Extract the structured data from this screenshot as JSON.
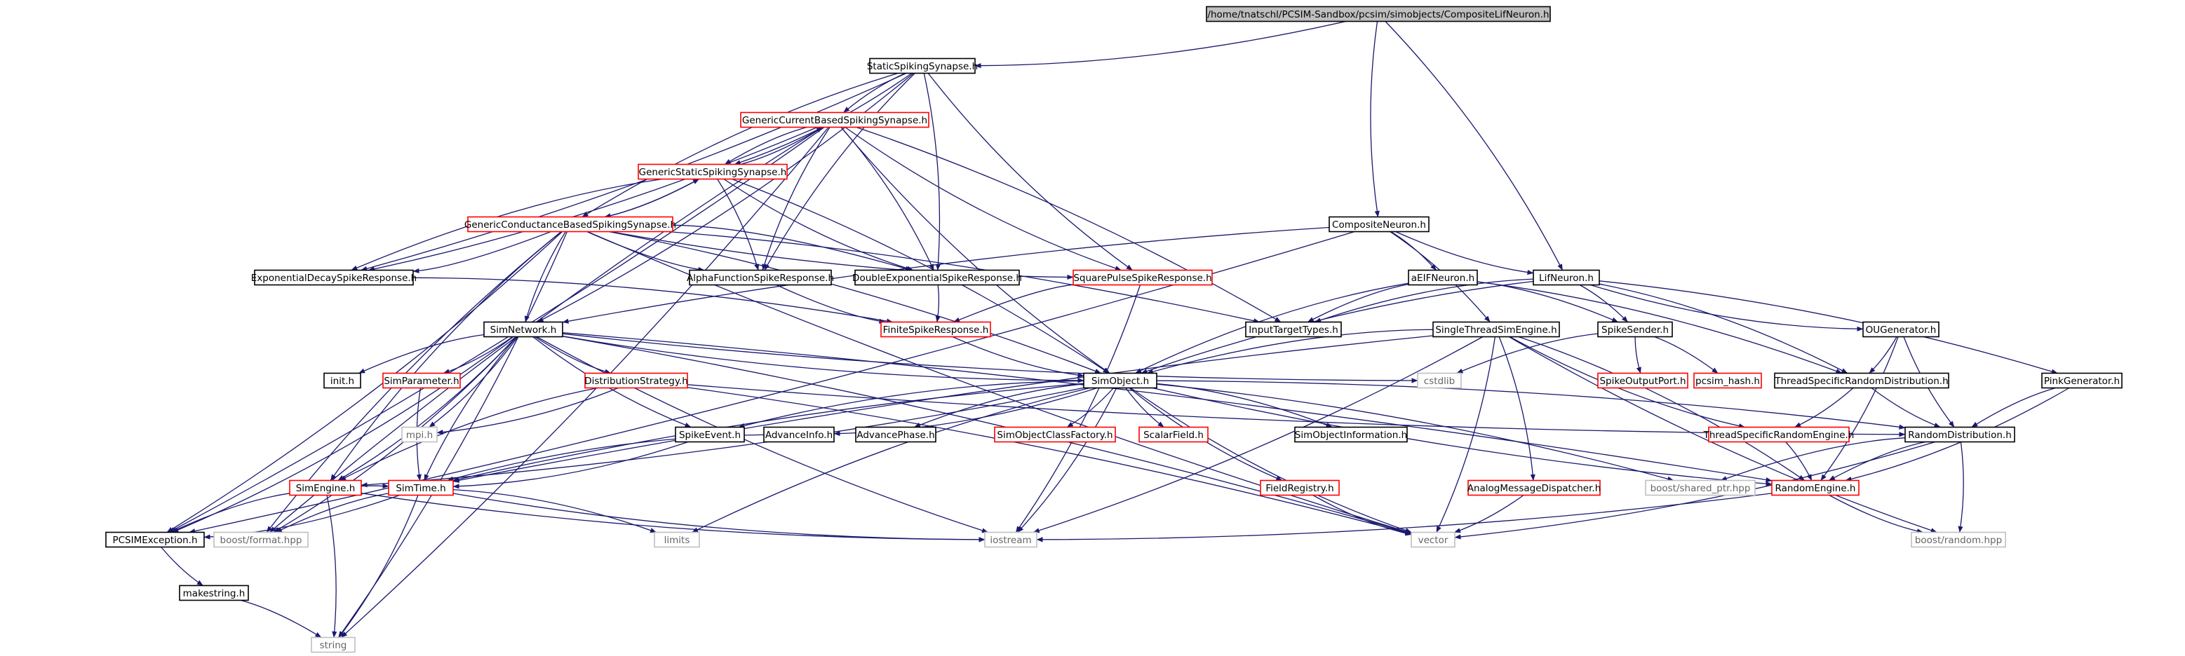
{
  "colors": {
    "edge": "#191970",
    "root_fill": "#bfbfbf",
    "documented_border": "#000000",
    "undocumented_border": "#ff0000",
    "system_border": "#bfbfbf",
    "documented_text": "#000000",
    "system_text": "#666666"
  },
  "nodes": [
    {
      "id": "root",
      "label": "/home/tnatschl/PCSIM-Sandbox/pcsim/simobjects/CompositeLifNeuron.h",
      "kind": "root"
    },
    {
      "id": "StaticSpikingSynapse",
      "label": "StaticSpikingSynapse.h",
      "kind": "doc"
    },
    {
      "id": "GenericCurrentBasedSpikingSynapse",
      "label": "GenericCurrentBasedSpikingSynapse.h",
      "kind": "red"
    },
    {
      "id": "GenericStaticSpikingSynapse",
      "label": "GenericStaticSpikingSynapse.h",
      "kind": "red"
    },
    {
      "id": "GenericConductanceBasedSpikingSynapse",
      "label": "GenericConductanceBasedSpikingSynapse.h",
      "kind": "red"
    },
    {
      "id": "ExponentialDecaySpikeResponse",
      "label": "ExponentialDecaySpikeResponse.h",
      "kind": "doc"
    },
    {
      "id": "AlphaFunctionSpikeResponse",
      "label": "AlphaFunctionSpikeResponse.h",
      "kind": "doc"
    },
    {
      "id": "DoubleExponentialSpikeResponse",
      "label": "DoubleExponentialSpikeResponse.h",
      "kind": "doc"
    },
    {
      "id": "SquarePulseSpikeResponse",
      "label": "SquarePulseSpikeResponse.h",
      "kind": "red"
    },
    {
      "id": "FiniteSpikeResponse",
      "label": "FiniteSpikeResponse.h",
      "kind": "red"
    },
    {
      "id": "CompositeNeuron",
      "label": "CompositeNeuron.h",
      "kind": "doc"
    },
    {
      "id": "aEIFNeuron",
      "label": "aEIFNeuron.h",
      "kind": "doc"
    },
    {
      "id": "LifNeuron",
      "label": "LifNeuron.h",
      "kind": "doc"
    },
    {
      "id": "InputTargetTypes",
      "label": "InputTargetTypes.h",
      "kind": "doc"
    },
    {
      "id": "SingleThreadSimEngine",
      "label": "SingleThreadSimEngine.h",
      "kind": "doc"
    },
    {
      "id": "SpikeSender",
      "label": "SpikeSender.h",
      "kind": "doc"
    },
    {
      "id": "OUGenerator",
      "label": "OUGenerator.h",
      "kind": "doc"
    },
    {
      "id": "SimNetwork",
      "label": "SimNetwork.h",
      "kind": "doc"
    },
    {
      "id": "cstdlib",
      "label": "cstdlib",
      "kind": "sys"
    },
    {
      "id": "SimObject",
      "label": "SimObject.h",
      "kind": "doc"
    },
    {
      "id": "SpikeOutputPort",
      "label": "SpikeOutputPort.h",
      "kind": "red"
    },
    {
      "id": "pcsim_hash",
      "label": "pcsim_hash.h",
      "kind": "red"
    },
    {
      "id": "ThreadSpecificRandomDistribution",
      "label": "ThreadSpecificRandomDistribution.h",
      "kind": "doc"
    },
    {
      "id": "PinkGenerator",
      "label": "PinkGenerator.h",
      "kind": "doc"
    },
    {
      "id": "init",
      "label": "init.h",
      "kind": "doc"
    },
    {
      "id": "SimParameter",
      "label": "SimParameter.h",
      "kind": "red"
    },
    {
      "id": "DistributionStrategy",
      "label": "DistributionStrategy.h",
      "kind": "red"
    },
    {
      "id": "mpi",
      "label": "mpi.h",
      "kind": "sys"
    },
    {
      "id": "SpikeEvent",
      "label": "SpikeEvent.h",
      "kind": "doc"
    },
    {
      "id": "AdvanceInfo",
      "label": "AdvanceInfo.h",
      "kind": "doc"
    },
    {
      "id": "AdvancePhase",
      "label": "AdvancePhase.h",
      "kind": "doc"
    },
    {
      "id": "SimObjectClassFactory",
      "label": "SimObjectClassFactory.h",
      "kind": "red"
    },
    {
      "id": "ScalarField",
      "label": "ScalarField.h",
      "kind": "red"
    },
    {
      "id": "SimObjectInformation",
      "label": "SimObjectInformation.h",
      "kind": "doc"
    },
    {
      "id": "ThreadSpecificRandomEngine",
      "label": "ThreadSpecificRandomEngine.h",
      "kind": "red"
    },
    {
      "id": "RandomDistribution",
      "label": "RandomDistribution.h",
      "kind": "doc"
    },
    {
      "id": "SimEngine",
      "label": "SimEngine.h",
      "kind": "red"
    },
    {
      "id": "SimTime",
      "label": "SimTime.h",
      "kind": "red"
    },
    {
      "id": "FieldRegistry",
      "label": "FieldRegistry.h",
      "kind": "red"
    },
    {
      "id": "AnalogMessageDispatcher",
      "label": "AnalogMessageDispatcher.h",
      "kind": "red"
    },
    {
      "id": "shared_ptr",
      "label": "boost/shared_ptr.hpp",
      "kind": "sys"
    },
    {
      "id": "RandomEngine",
      "label": "RandomEngine.h",
      "kind": "red"
    },
    {
      "id": "PCSIMException",
      "label": "PCSIMException.h",
      "kind": "doc"
    },
    {
      "id": "format",
      "label": "boost/format.hpp",
      "kind": "sys"
    },
    {
      "id": "limits",
      "label": "limits",
      "kind": "sys"
    },
    {
      "id": "iostream",
      "label": "iostream",
      "kind": "sys"
    },
    {
      "id": "vector",
      "label": "vector",
      "kind": "sys"
    },
    {
      "id": "random",
      "label": "boost/random.hpp",
      "kind": "sys"
    },
    {
      "id": "makestring",
      "label": "makestring.h",
      "kind": "doc"
    },
    {
      "id": "string",
      "label": "string",
      "kind": "sys"
    }
  ],
  "edges": [
    [
      "root",
      "StaticSpikingSynapse"
    ],
    [
      "root",
      "CompositeNeuron"
    ],
    [
      "root",
      "LifNeuron"
    ],
    [
      "StaticSpikingSynapse",
      "GenericCurrentBasedSpikingSynapse"
    ],
    [
      "StaticSpikingSynapse",
      "GenericStaticSpikingSynapse"
    ],
    [
      "StaticSpikingSynapse",
      "GenericConductanceBasedSpikingSynapse"
    ],
    [
      "StaticSpikingSynapse",
      "ExponentialDecaySpikeResponse"
    ],
    [
      "StaticSpikingSynapse",
      "AlphaFunctionSpikeResponse"
    ],
    [
      "StaticSpikingSynapse",
      "DoubleExponentialSpikeResponse"
    ],
    [
      "StaticSpikingSynapse",
      "SquarePulseSpikeResponse"
    ],
    [
      "StaticSpikingSynapse",
      "SimNetwork"
    ],
    [
      "GenericCurrentBasedSpikingSynapse",
      "GenericStaticSpikingSynapse"
    ],
    [
      "GenericCurrentBasedSpikingSynapse",
      "ExponentialDecaySpikeResponse"
    ],
    [
      "GenericCurrentBasedSpikingSynapse",
      "AlphaFunctionSpikeResponse"
    ],
    [
      "GenericCurrentBasedSpikingSynapse",
      "DoubleExponentialSpikeResponse"
    ],
    [
      "GenericCurrentBasedSpikingSynapse",
      "SquarePulseSpikeResponse"
    ],
    [
      "GenericCurrentBasedSpikingSynapse",
      "InputTargetTypes"
    ],
    [
      "GenericCurrentBasedSpikingSynapse",
      "SimObject"
    ],
    [
      "GenericCurrentBasedSpikingSynapse",
      "PCSIMException"
    ],
    [
      "GenericCurrentBasedSpikingSynapse",
      "format"
    ],
    [
      "GenericCurrentBasedSpikingSynapse",
      "string"
    ],
    [
      "GenericStaticSpikingSynapse",
      "GenericCurrentBasedSpikingSynapse"
    ],
    [
      "GenericStaticSpikingSynapse",
      "GenericConductanceBasedSpikingSynapse"
    ],
    [
      "GenericStaticSpikingSynapse",
      "ExponentialDecaySpikeResponse"
    ],
    [
      "GenericStaticSpikingSynapse",
      "AlphaFunctionSpikeResponse"
    ],
    [
      "GenericStaticSpikingSynapse",
      "DoubleExponentialSpikeResponse"
    ],
    [
      "GenericStaticSpikingSynapse",
      "SimObject"
    ],
    [
      "GenericConductanceBasedSpikingSynapse",
      "GenericStaticSpikingSynapse"
    ],
    [
      "GenericConductanceBasedSpikingSynapse",
      "ExponentialDecaySpikeResponse"
    ],
    [
      "GenericConductanceBasedSpikingSynapse",
      "AlphaFunctionSpikeResponse"
    ],
    [
      "GenericConductanceBasedSpikingSynapse",
      "DoubleExponentialSpikeResponse"
    ],
    [
      "GenericConductanceBasedSpikingSynapse",
      "SquarePulseSpikeResponse"
    ],
    [
      "GenericConductanceBasedSpikingSynapse",
      "InputTargetTypes"
    ],
    [
      "GenericConductanceBasedSpikingSynapse",
      "SimNetwork"
    ],
    [
      "GenericConductanceBasedSpikingSynapse",
      "SimObject"
    ],
    [
      "GenericConductanceBasedSpikingSynapse",
      "SimEngine"
    ],
    [
      "GenericConductanceBasedSpikingSynapse",
      "PCSIMException"
    ],
    [
      "GenericConductanceBasedSpikingSynapse",
      "format"
    ],
    [
      "GenericConductanceBasedSpikingSynapse",
      "string"
    ],
    [
      "GenericConductanceBasedSpikingSynapse",
      "vector"
    ],
    [
      "ExponentialDecaySpikeResponse",
      "FiniteSpikeResponse"
    ],
    [
      "AlphaFunctionSpikeResponse",
      "FiniteSpikeResponse"
    ],
    [
      "DoubleExponentialSpikeResponse",
      "FiniteSpikeResponse"
    ],
    [
      "SquarePulseSpikeResponse",
      "FiniteSpikeResponse"
    ],
    [
      "SquarePulseSpikeResponse",
      "iostream"
    ],
    [
      "FiniteSpikeResponse",
      "SimObject"
    ],
    [
      "CompositeNeuron",
      "aEIFNeuron"
    ],
    [
      "CompositeNeuron",
      "LifNeuron"
    ],
    [
      "CompositeNeuron",
      "SingleThreadSimEngine"
    ],
    [
      "CompositeNeuron",
      "SimNetwork"
    ],
    [
      "CompositeNeuron",
      "PCSIMException"
    ],
    [
      "aEIFNeuron",
      "InputTargetTypes"
    ],
    [
      "aEIFNeuron",
      "SpikeSender"
    ],
    [
      "aEIFNeuron",
      "SimObject"
    ],
    [
      "aEIFNeuron",
      "ThreadSpecificRandomDistribution"
    ],
    [
      "LifNeuron",
      "InputTargetTypes"
    ],
    [
      "LifNeuron",
      "SpikeSender"
    ],
    [
      "LifNeuron",
      "OUGenerator"
    ],
    [
      "LifNeuron",
      "PinkGenerator"
    ],
    [
      "LifNeuron",
      "SimObject"
    ],
    [
      "LifNeuron",
      "ThreadSpecificRandomDistribution"
    ],
    [
      "SpikeSender",
      "SpikeOutputPort"
    ],
    [
      "SpikeSender",
      "pcsim_hash"
    ],
    [
      "SpikeSender",
      "cstdlib"
    ],
    [
      "OUGenerator",
      "ThreadSpecificRandomDistribution"
    ],
    [
      "OUGenerator",
      "RandomDistribution"
    ],
    [
      "OUGenerator",
      "RandomEngine"
    ],
    [
      "PinkGenerator",
      "RandomDistribution"
    ],
    [
      "PinkGenerator",
      "RandomEngine"
    ],
    [
      "SingleThreadSimEngine",
      "SimObject"
    ],
    [
      "SingleThreadSimEngine",
      "AnalogMessageDispatcher"
    ],
    [
      "SingleThreadSimEngine",
      "ThreadSpecificRandomEngine"
    ],
    [
      "SingleThreadSimEngine",
      "RandomEngine"
    ],
    [
      "SingleThreadSimEngine",
      "SimTime"
    ],
    [
      "SingleThreadSimEngine",
      "vector"
    ],
    [
      "SingleThreadSimEngine",
      "random"
    ],
    [
      "SingleThreadSimEngine",
      "iostream"
    ],
    [
      "SimNetwork",
      "init"
    ],
    [
      "SimNetwork",
      "SimParameter"
    ],
    [
      "SimNetwork",
      "DistributionStrategy"
    ],
    [
      "SimNetwork",
      "mpi"
    ],
    [
      "SimNetwork",
      "SimObject"
    ],
    [
      "SimNetwork",
      "SimEngine"
    ],
    [
      "SimNetwork",
      "SimTime"
    ],
    [
      "SimNetwork",
      "PCSIMException"
    ],
    [
      "SimNetwork",
      "iostream"
    ],
    [
      "SimNetwork",
      "vector"
    ],
    [
      "SimNetwork",
      "cstdlib"
    ],
    [
      "SimNetwork",
      "format"
    ],
    [
      "SimNetwork",
      "SpikeEvent"
    ],
    [
      "SimNetwork",
      "RandomEngine"
    ],
    [
      "SimObject",
      "SpikeEvent"
    ],
    [
      "SimObject",
      "AdvanceInfo"
    ],
    [
      "SimObject",
      "AdvancePhase"
    ],
    [
      "SimObject",
      "SimObjectClassFactory"
    ],
    [
      "SimObject",
      "ScalarField"
    ],
    [
      "SimObject",
      "SimObjectInformation"
    ],
    [
      "SimObject",
      "FieldRegistry"
    ],
    [
      "SimObject",
      "SimEngine"
    ],
    [
      "SimObject",
      "SimTime"
    ],
    [
      "SimObject",
      "RandomDistribution"
    ],
    [
      "SimObject",
      "RandomEngine"
    ],
    [
      "SimObject",
      "shared_ptr"
    ],
    [
      "SimObject",
      "limits"
    ],
    [
      "SimObject",
      "iostream"
    ],
    [
      "SimObject",
      "vector"
    ],
    [
      "ThreadSpecificRandomDistribution",
      "ThreadSpecificRandomEngine"
    ],
    [
      "ThreadSpecificRandomDistribution",
      "RandomDistribution"
    ],
    [
      "ThreadSpecificRandomEngine",
      "RandomEngine"
    ],
    [
      "RandomDistribution",
      "RandomEngine"
    ],
    [
      "RandomDistribution",
      "random"
    ],
    [
      "RandomDistribution",
      "shared_ptr"
    ],
    [
      "RandomDistribution",
      "vector"
    ],
    [
      "RandomEngine",
      "random"
    ],
    [
      "RandomEngine",
      "iostream"
    ],
    [
      "SimParameter",
      "SimTime"
    ],
    [
      "DistributionStrategy",
      "mpi"
    ],
    [
      "DistributionStrategy",
      "SimEngine"
    ],
    [
      "DistributionStrategy",
      "vector"
    ],
    [
      "DistributionStrategy",
      "RandomDistribution"
    ],
    [
      "SpikeEvent",
      "SimTime"
    ],
    [
      "AdvanceInfo",
      "SimTime"
    ],
    [
      "SimEngine",
      "SimTime"
    ],
    [
      "SimEngine",
      "PCSIMException"
    ],
    [
      "SimEngine",
      "string"
    ],
    [
      "SimEngine",
      "iostream"
    ],
    [
      "SimTime",
      "PCSIMException"
    ],
    [
      "SimTime",
      "format"
    ],
    [
      "SimTime",
      "string"
    ],
    [
      "SimTime",
      "iostream"
    ],
    [
      "SimTime",
      "limits"
    ],
    [
      "FieldRegistry",
      "vector"
    ],
    [
      "AnalogMessageDispatcher",
      "vector"
    ],
    [
      "PCSIMException",
      "makestring"
    ],
    [
      "makestring",
      "string"
    ]
  ]
}
